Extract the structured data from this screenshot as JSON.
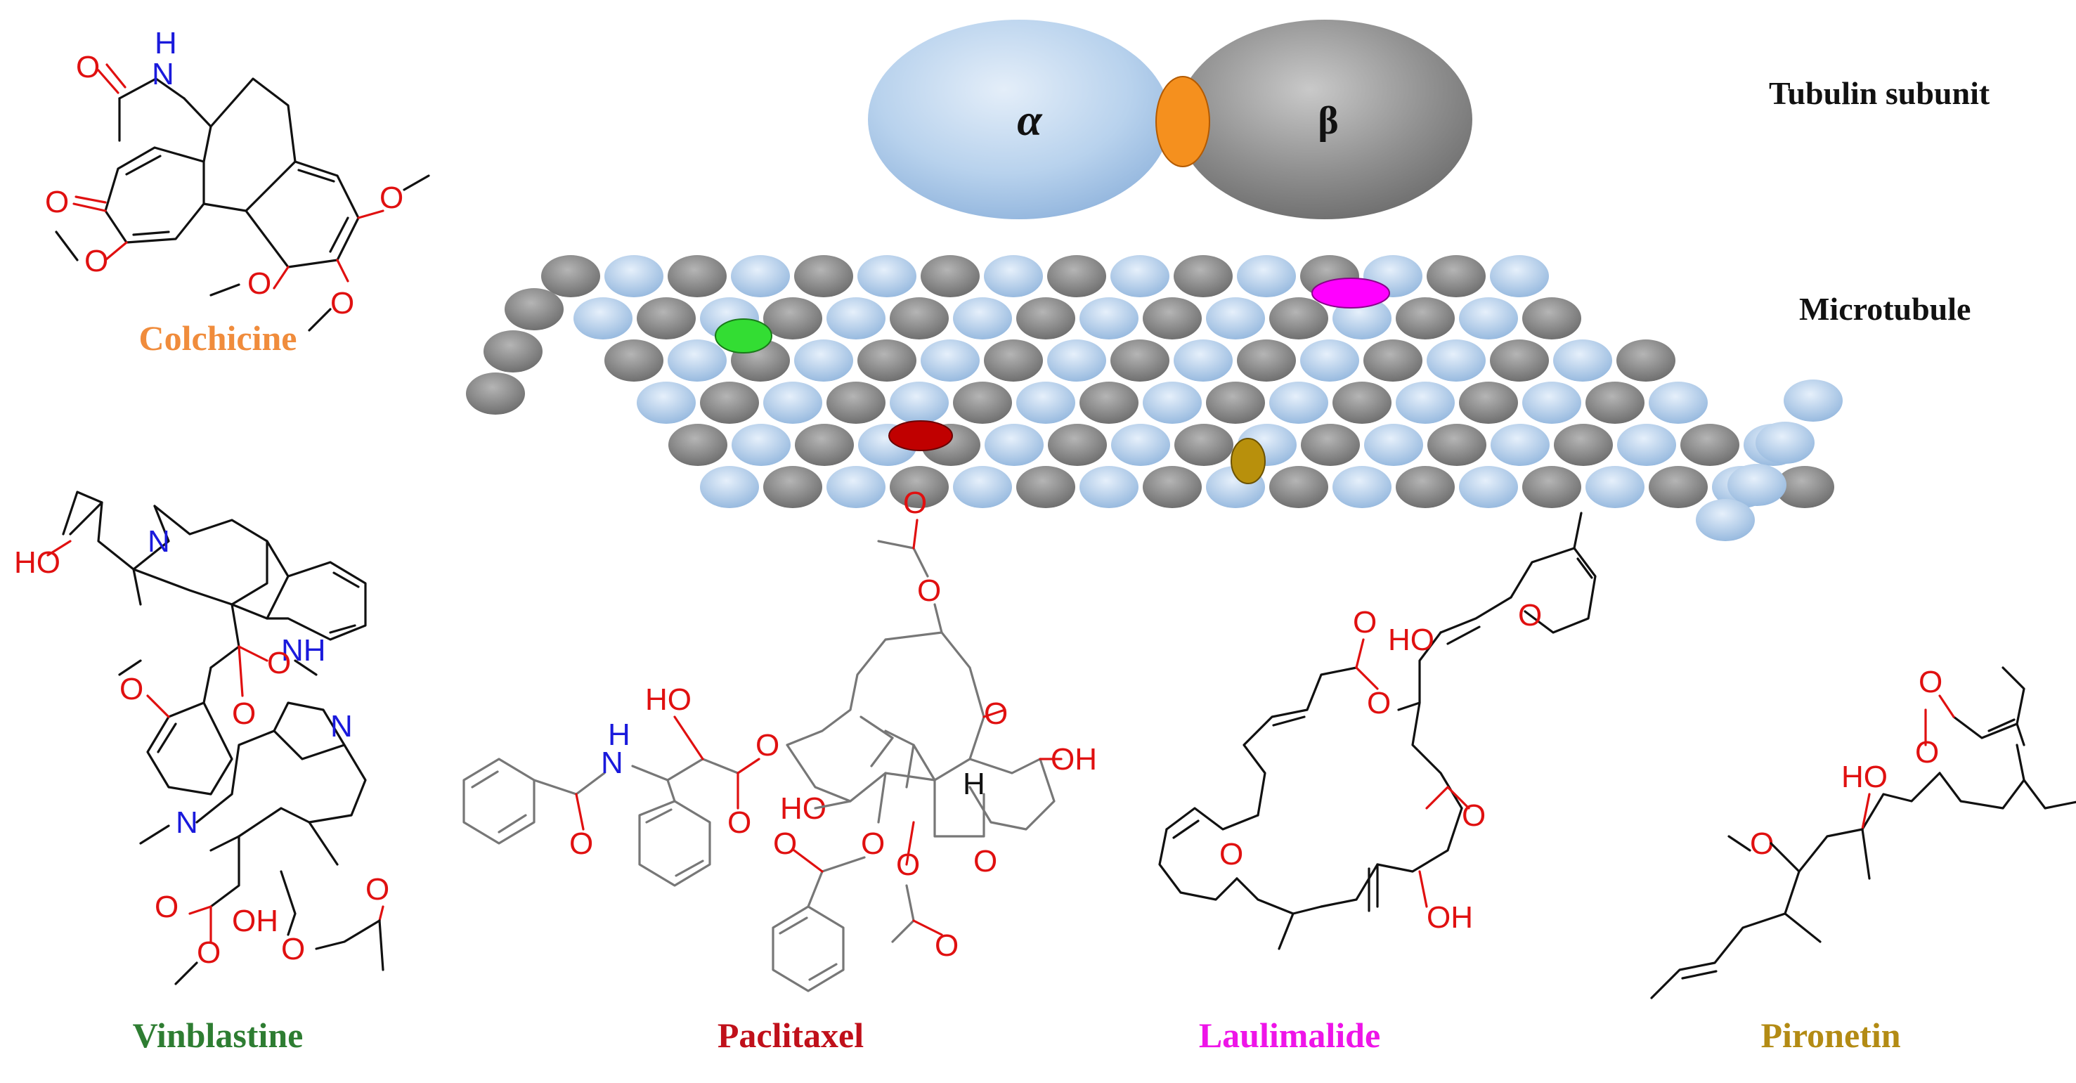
{
  "labels": {
    "alpha": "α",
    "beta": "β",
    "tubulin_subunit": "Tubulin subunit",
    "microtubule": "Microtubule"
  },
  "drugs": [
    {
      "key": "colchicine",
      "name": "Colchicine",
      "color": "#f08c3c"
    },
    {
      "key": "vinblastine",
      "name": "Vinblastine",
      "color": "#2e7d32"
    },
    {
      "key": "paclitaxel",
      "name": "Paclitaxel",
      "color": "#c0101a"
    },
    {
      "key": "laulimalide",
      "name": "Laulimalide",
      "color": "#ee14e8"
    },
    {
      "key": "pironetin",
      "name": "Pironetin",
      "color": "#b38b14"
    }
  ],
  "atom_labels": {
    "o": "O",
    "n": "N",
    "h": "H",
    "nh": "NH",
    "ho": "HO",
    "oh": "OH"
  },
  "colors": {
    "alpha_tubulin": "#a9c8e8",
    "beta_tubulin": "#8c8c8c",
    "colchicine_site": "#f5901e",
    "vinblastine_site": "#33dd33",
    "paclitaxel_site": "#c00000",
    "laulimalide_site": "#ff00ff",
    "pironetin_site": "#b8900c",
    "heteroatom_o": "#e01010",
    "heteroatom_n": "#1a1adc"
  }
}
